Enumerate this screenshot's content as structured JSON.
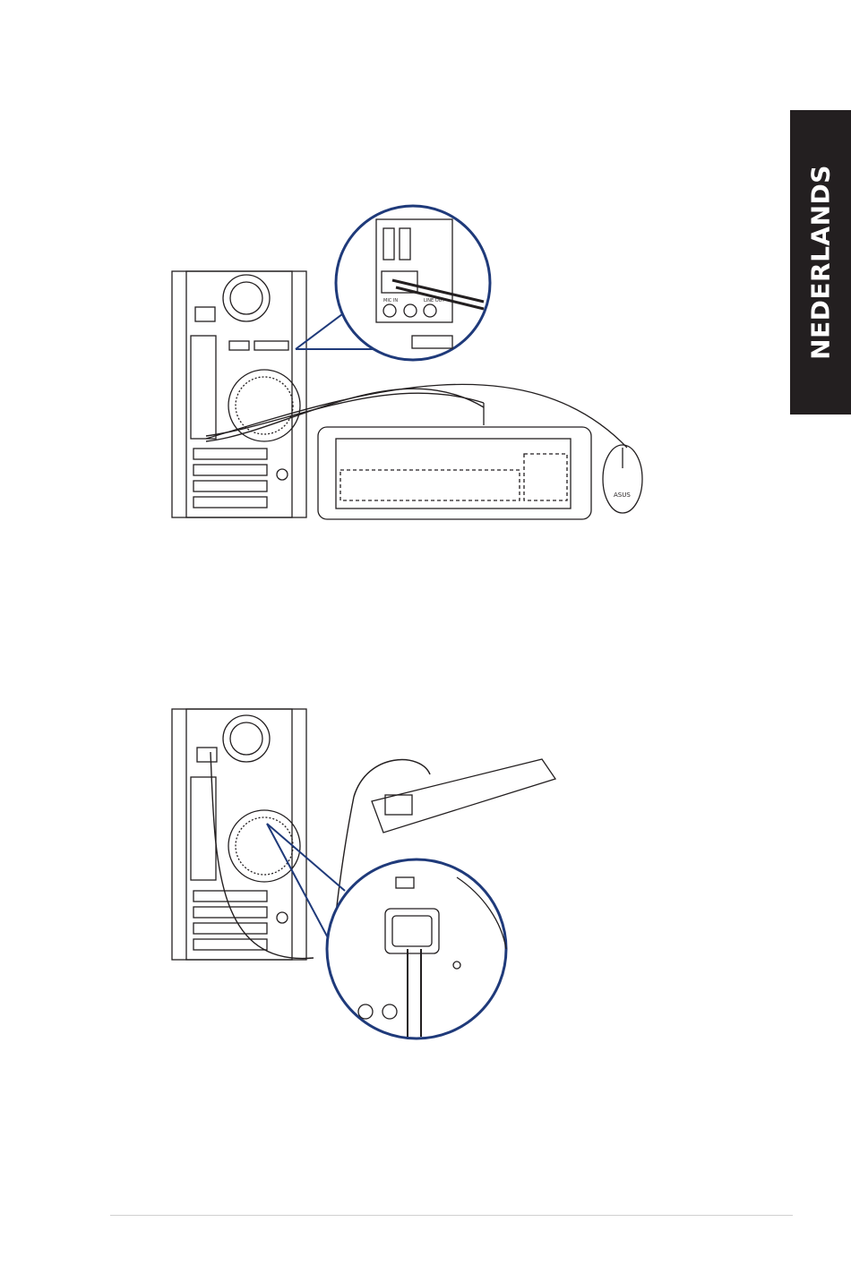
{
  "sidebar": {
    "language_label": "NEDERLANDS"
  },
  "colors": {
    "tab_background": "#231f20",
    "callout_circle": "#1f3a7a",
    "line_art": "#231f20"
  },
  "figure1": {
    "port_labels": [
      "MIC IN",
      "LINE OUT"
    ],
    "mouse_brand": "ASUS"
  },
  "figure2": {}
}
